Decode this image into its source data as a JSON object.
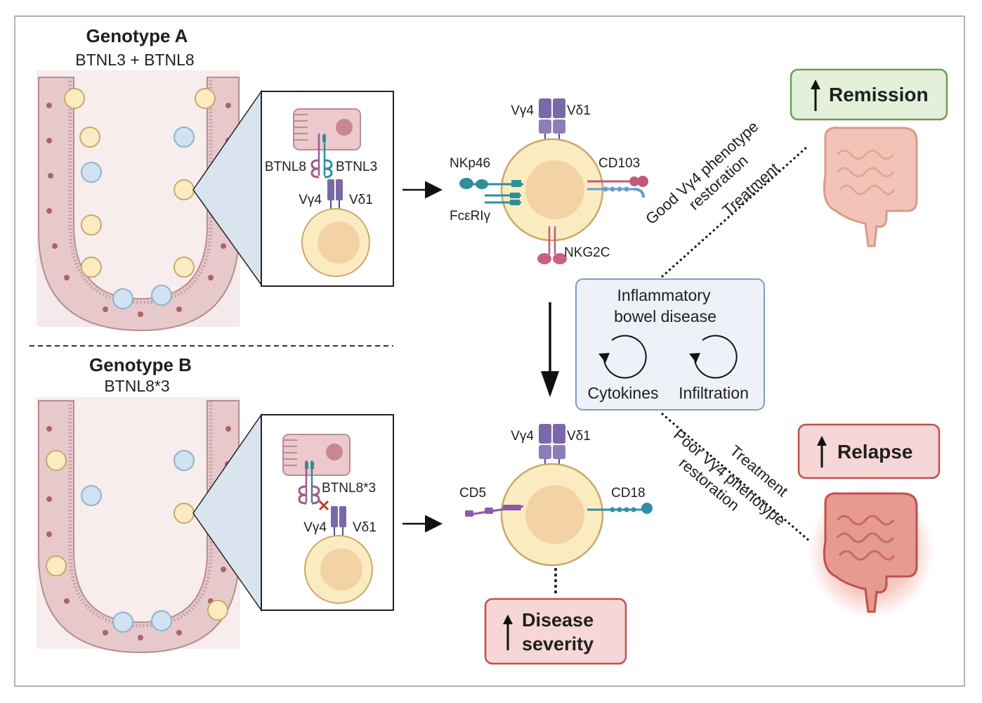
{
  "genotype_a": {
    "title": "Genotype A",
    "subtitle": "BTNL3 + BTNL8"
  },
  "genotype_b": {
    "title": "Genotype B",
    "subtitle": "BTNL8*3"
  },
  "inset_a": {
    "btnl8": "BTNL8",
    "btnl3": "BTNL3",
    "vg4": "Vγ4",
    "vd1": "Vδ1"
  },
  "inset_b": {
    "btnl8_3": "BTNL8*3",
    "vg4": "Vγ4",
    "vd1": "Vδ1"
  },
  "cell_a": {
    "vg4": "Vγ4",
    "vd1": "Vδ1",
    "nkp46": "NKp46",
    "fceriy": "FcεRIγ",
    "cd103": "CD103",
    "nkg2c": "NKG2C"
  },
  "cell_b": {
    "vg4": "Vγ4",
    "vd1": "Vδ1",
    "cd5": "CD5",
    "cd18": "CD18"
  },
  "ibd_box": {
    "line1": "Inflammatory",
    "line2": "bowel disease",
    "cytokines": "Cytokines",
    "infiltration": "Infiltration"
  },
  "good_path": {
    "line1": "Good Vγ4 phenotype",
    "line2": "restoration",
    "line3": "Treatment"
  },
  "poor_path": {
    "line1": "Treatment",
    "line2": "Poor Vγ4 phenotype",
    "line3": "restoration"
  },
  "outcomes": {
    "remission": "Remission",
    "relapse": "Relapse",
    "severity_line1": "Disease",
    "severity_line2": "severity"
  },
  "colors": {
    "remission_bg": "#e3f0da",
    "remission_border": "#6e9a5a",
    "relapse_bg": "#f6d6d6",
    "relapse_border": "#c0504d",
    "ibd_bg": "#eef2f8",
    "ibd_border": "#7f9bc4",
    "cell_fill": "#faecc0",
    "cell_border": "#c9a96a",
    "nucleus": "#f3d3a6",
    "tissue": "#e7c9cc",
    "tissue_border": "#b78d92",
    "tcr_purple": "#7b68a8",
    "teal": "#2e8f98",
    "pink": "#c05a7a"
  }
}
